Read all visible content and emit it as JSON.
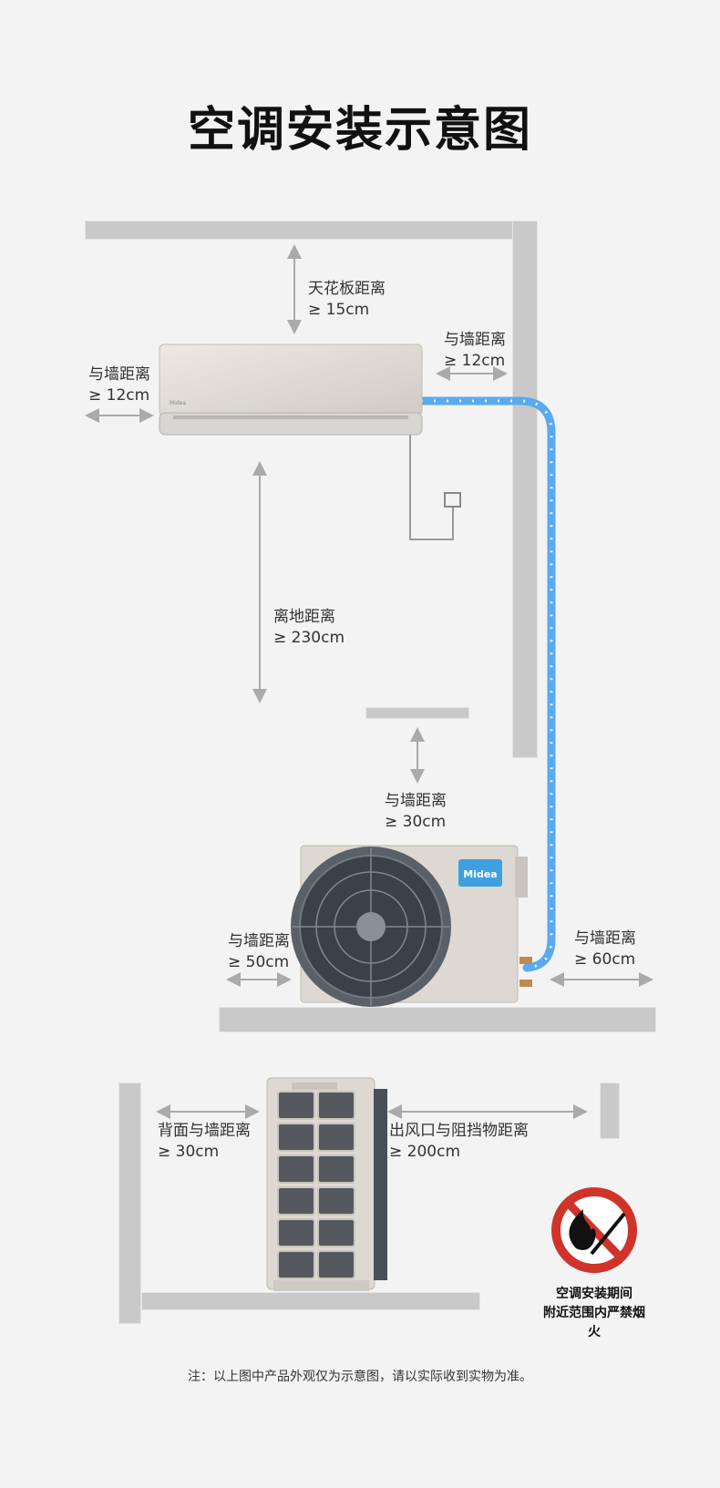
{
  "title": "空调安装示意图",
  "labels": {
    "ceiling": {
      "name": "天花板距离",
      "value": "≥ 15cm"
    },
    "indoor_right_wall": {
      "name": "与墙距离",
      "value": "≥ 12cm"
    },
    "indoor_left_wall": {
      "name": "与墙距离",
      "value": "≥ 12cm"
    },
    "floor": {
      "name": "离地距离",
      "value": "≥ 230cm"
    },
    "outdoor_top_wall": {
      "name": "与墙距离",
      "value": "≥ 30cm"
    },
    "outdoor_left_wall": {
      "name": "与墙距离",
      "value": "≥ 50cm"
    },
    "outdoor_right_wall": {
      "name": "与墙距离",
      "value": "≥ 60cm"
    },
    "back_wall": {
      "name": "背面与墙距离",
      "value": "≥ 30cm"
    },
    "outlet_obstacle": {
      "name": "出风口与阻挡物距离",
      "value": "≥ 200cm"
    }
  },
  "warning": {
    "line1": "空调安装期间",
    "line2": "附近范围内严禁烟火"
  },
  "note": "注：以上图中产品外观仅为示意图，请以实际收到实物为准。",
  "brand": "Midea",
  "colors": {
    "pipe": "#5aaaf0",
    "wall": "#c9c9c9",
    "sign": "#d0332a"
  }
}
